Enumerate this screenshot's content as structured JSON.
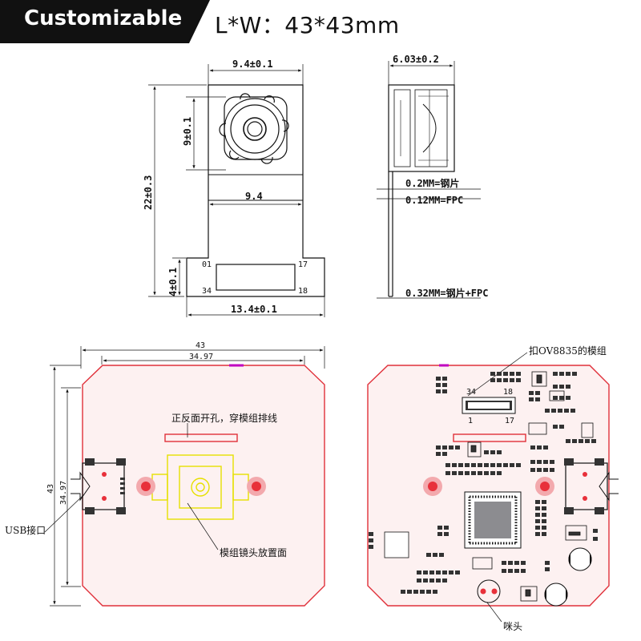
{
  "banner": {
    "label": "Customizable",
    "dimensions": "L*W：43*43mm"
  },
  "module_front": {
    "width_top": "9.4±0.1",
    "lens_height": "9±0.1",
    "total_height": "22±0.3",
    "flex_width": "9.4",
    "connector_height": "4±0.1",
    "bottom_width": "13.4±0.1",
    "pin_01": "01",
    "pin_17": "17",
    "pin_34": "34",
    "pin_18": "18"
  },
  "module_side": {
    "thickness": "6.03±0.2",
    "steel_label": "0.2MM=钢片",
    "fpc_label": "0.12MM=FPC",
    "combined_label": "0.32MM=钢片+FPC"
  },
  "board_front": {
    "width_outer": "43",
    "width_inner": "34.97",
    "height_outer": "43",
    "height_inner": "34.97",
    "hole_note": "正反面开孔，穿模组排线",
    "usb_label": "USB接口",
    "lens_note": "模组镜头放置面"
  },
  "board_back": {
    "connector_note": "扣OV8835的模组",
    "pin_34": "34",
    "pin_18": "18",
    "pin_1": "1",
    "pin_17": "17",
    "mic_label": "咪头"
  },
  "colors": {
    "banner_bg": "#111111",
    "board_outline": "#e0303a",
    "pad_red": "#e8303a",
    "lens_yellow": "#e6e000",
    "chip_fill": "#8c8c90",
    "accent_magenta": "#c000c0"
  }
}
